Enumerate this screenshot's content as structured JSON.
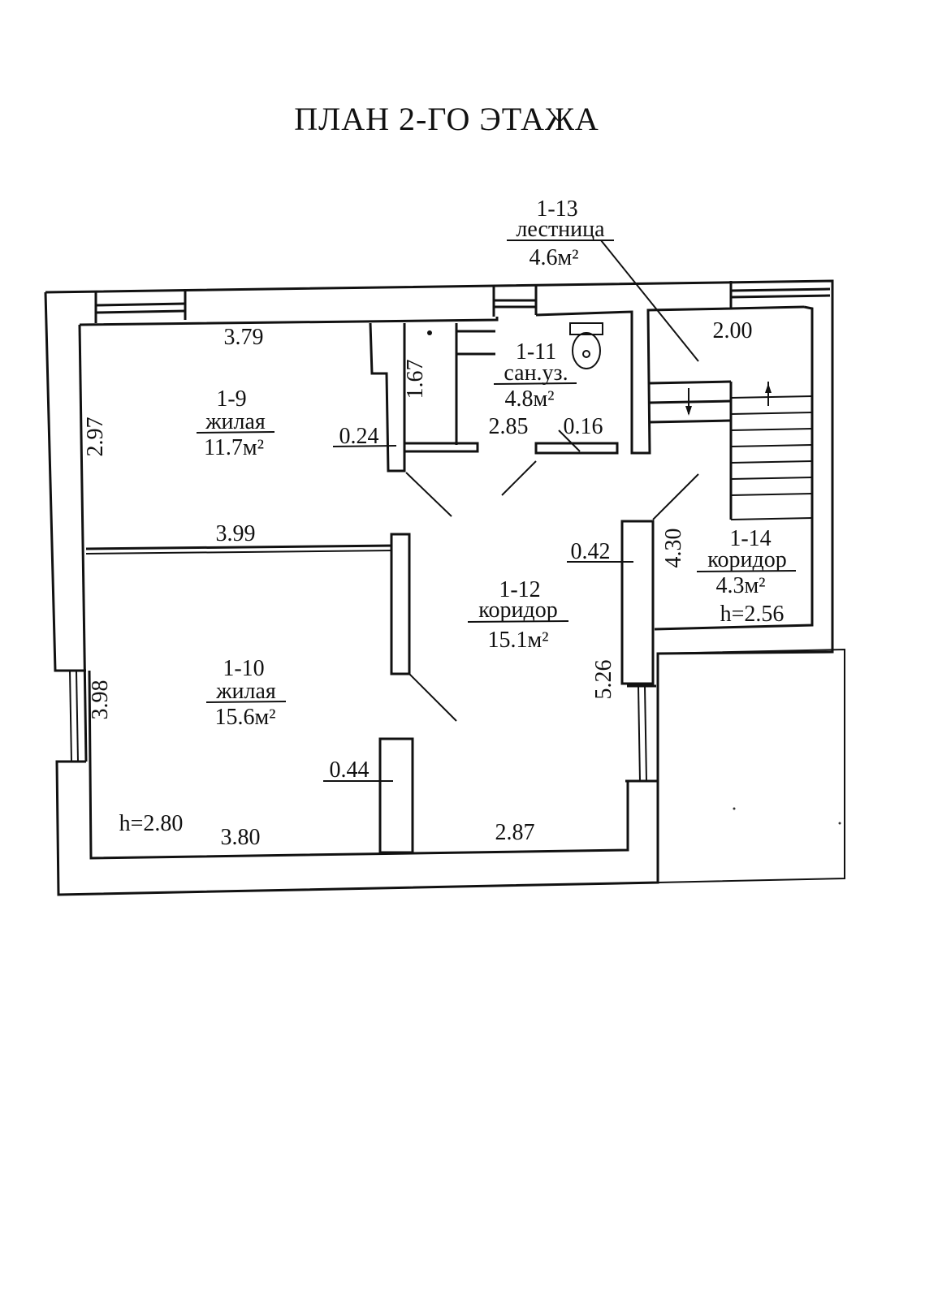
{
  "title": "ПЛАН 2-ГО ЭТАЖА",
  "rooms": [
    {
      "id": "1-9",
      "type": "жилая",
      "area": "11.7м²"
    },
    {
      "id": "1-10",
      "type": "жилая",
      "area": "15.6м²"
    },
    {
      "id": "1-11",
      "type": "сан.уз.",
      "area": "4.8м²"
    },
    {
      "id": "1-12",
      "type": "коридор",
      "area": "15.1м²"
    },
    {
      "id": "1-13",
      "type": "лестница",
      "area": "4.6м²"
    },
    {
      "id": "1-14",
      "type": "коридор",
      "area": "4.3м²",
      "height": "h=2.56"
    }
  ],
  "floor_height": "h=2.80",
  "dimensions": {
    "d379": "3.79",
    "d297": "2.97",
    "d024": "0.24",
    "d167": "1.67",
    "d285": "2.85",
    "d016": "0.16",
    "d200": "2.00",
    "d399": "3.99",
    "d042": "0.42",
    "d430": "4.30",
    "d398": "3.98",
    "d526": "5.26",
    "d044": "0.44",
    "d380": "3.80",
    "d287": "2.87"
  }
}
